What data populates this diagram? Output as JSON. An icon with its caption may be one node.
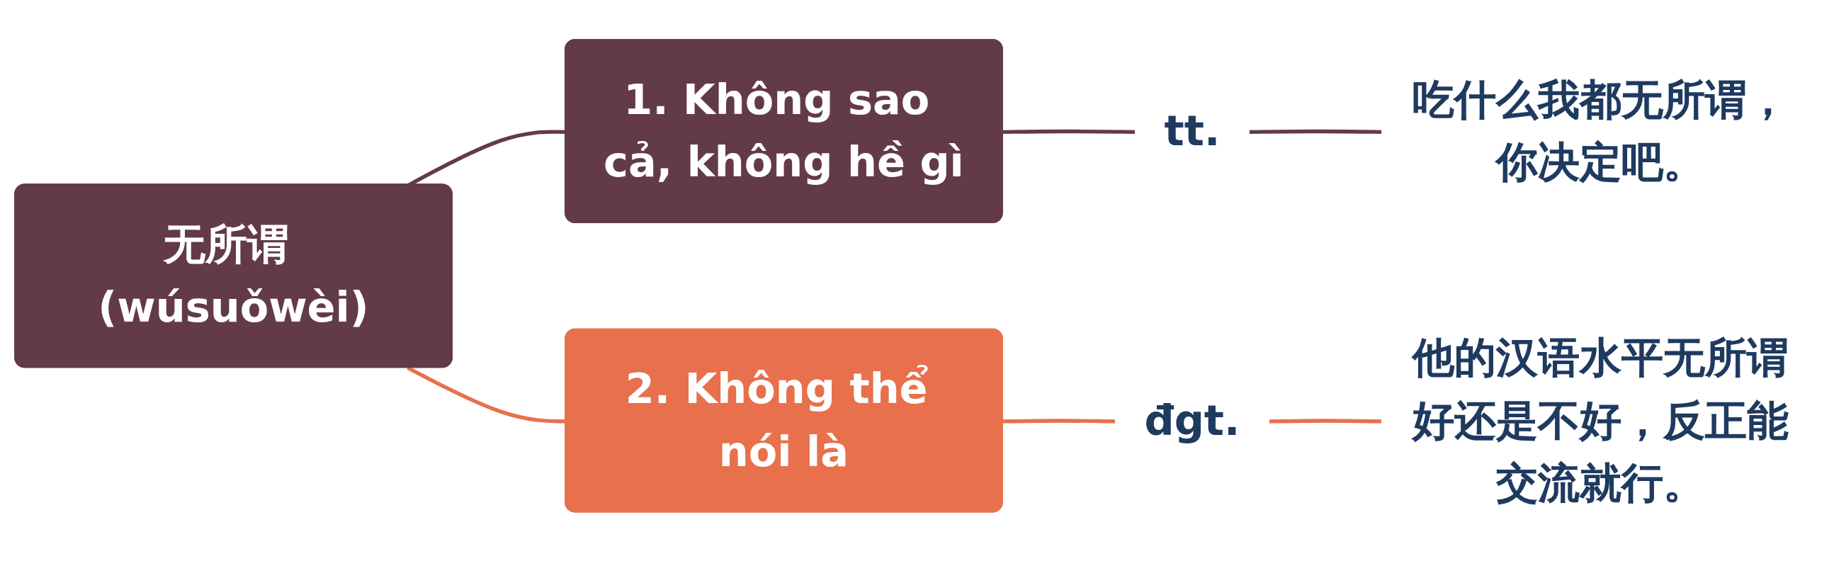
{
  "diagram": {
    "nodes": [
      {
        "text": [
          "无所谓 (wúsuǒwèi)"
        ]
      },
      {
        "text": [
          "1. Không sao cả, không hề gì"
        ]
      },
      {
        "text": [
          "tt."
        ]
      },
      {
        "text": [
          "吃什么我都无所谓，你决定吧。"
        ]
      },
      {
        "text": [
          "2. Không thể nói là"
        ]
      },
      {
        "text": [
          "đgt."
        ]
      },
      {
        "text": [
          "他的汉语水平无所谓好还是不好，反正能交流就行。"
        ]
      }
    ],
    "edges": [
      {
        "from": 0,
        "to": 1,
        "arrow": "none",
        "color": "#633a4a"
      },
      {
        "from": 1,
        "to": 2,
        "arrow": "none",
        "color": "#633a4a"
      },
      {
        "from": 2,
        "to": 3,
        "arrow": "none",
        "color": "#633a4a"
      },
      {
        "from": 0,
        "to": 4,
        "arrow": "none",
        "color": "#e8704c"
      },
      {
        "from": 4,
        "to": 5,
        "arrow": "none",
        "color": "#e8704c"
      },
      {
        "from": 5,
        "to": 6,
        "arrow": "none",
        "color": "#e8704c"
      }
    ]
  }
}
